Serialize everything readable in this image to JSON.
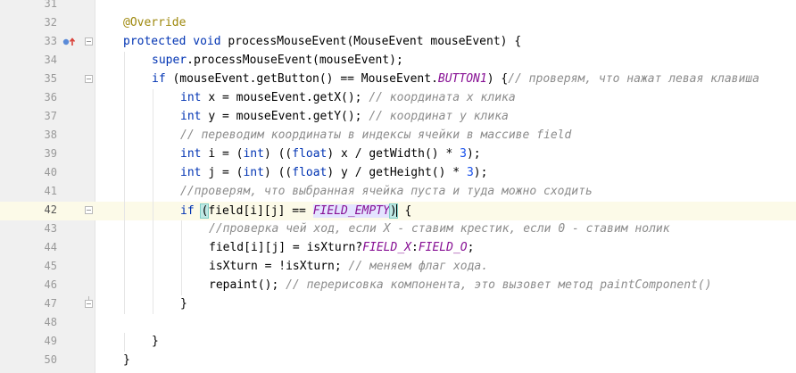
{
  "editor": {
    "lines": [
      {
        "num": "31",
        "indent": 0,
        "parts": []
      },
      {
        "num": "32",
        "indent": 1,
        "parts": [
          {
            "t": "@Override",
            "c": "ann"
          }
        ]
      },
      {
        "num": "33",
        "indent": 1,
        "marker": "override",
        "fold": "start",
        "parts": [
          {
            "t": "protected ",
            "c": "kw"
          },
          {
            "t": "void ",
            "c": "kw"
          },
          {
            "t": "processMouseEvent(MouseEvent mouseEvent) {",
            "c": ""
          }
        ]
      },
      {
        "num": "34",
        "indent": 2,
        "parts": [
          {
            "t": "super",
            "c": "kw"
          },
          {
            "t": ".processMouseEvent(mouseEvent);",
            "c": ""
          }
        ]
      },
      {
        "num": "35",
        "indent": 2,
        "fold": "start",
        "parts": [
          {
            "t": "if ",
            "c": "kw"
          },
          {
            "t": "(mouseEvent.getButton() == MouseEvent.",
            "c": ""
          },
          {
            "t": "BUTTON1",
            "c": "const"
          },
          {
            "t": ") {",
            "c": ""
          },
          {
            "t": "// проверям, что нажат левая клавиша",
            "c": "cmt"
          }
        ]
      },
      {
        "num": "36",
        "indent": 3,
        "parts": [
          {
            "t": "int ",
            "c": "kw"
          },
          {
            "t": "x = mouseEvent.getX(); ",
            "c": ""
          },
          {
            "t": "// координата х клика",
            "c": "cmt"
          }
        ]
      },
      {
        "num": "37",
        "indent": 3,
        "parts": [
          {
            "t": "int ",
            "c": "kw"
          },
          {
            "t": "y = mouseEvent.getY(); ",
            "c": ""
          },
          {
            "t": "// координат у клика",
            "c": "cmt"
          }
        ]
      },
      {
        "num": "38",
        "indent": 3,
        "parts": [
          {
            "t": "// переводим координаты в индексы ячейки в массиве field",
            "c": "cmt"
          }
        ]
      },
      {
        "num": "39",
        "indent": 3,
        "parts": [
          {
            "t": "int ",
            "c": "kw"
          },
          {
            "t": "i = (",
            "c": ""
          },
          {
            "t": "int",
            "c": "kw"
          },
          {
            "t": ") ((",
            "c": ""
          },
          {
            "t": "float",
            "c": "kw"
          },
          {
            "t": ") x / getWidth() * ",
            "c": ""
          },
          {
            "t": "3",
            "c": "num"
          },
          {
            "t": ");",
            "c": ""
          }
        ]
      },
      {
        "num": "40",
        "indent": 3,
        "parts": [
          {
            "t": "int ",
            "c": "kw"
          },
          {
            "t": "j = (",
            "c": ""
          },
          {
            "t": "int",
            "c": "kw"
          },
          {
            "t": ") ((",
            "c": ""
          },
          {
            "t": "float",
            "c": "kw"
          },
          {
            "t": ") y / getHeight() * ",
            "c": ""
          },
          {
            "t": "3",
            "c": "num"
          },
          {
            "t": ");",
            "c": ""
          }
        ]
      },
      {
        "num": "41",
        "indent": 3,
        "parts": [
          {
            "t": "//проверям, что выбранная ячейка пуста и туда можно сходить",
            "c": "cmt"
          }
        ]
      },
      {
        "num": "42",
        "indent": 3,
        "current": true,
        "fold": "start",
        "parts": [
          {
            "t": "if ",
            "c": "kw"
          },
          {
            "t": "(",
            "c": "brace-hl"
          },
          {
            "t": "field[i][j] == ",
            "c": ""
          },
          {
            "t": "FIELD_EMPTY",
            "c": "const ref-hl"
          },
          {
            "t": ")",
            "c": "brace-hl caret-after"
          },
          {
            "t": " {",
            "c": ""
          }
        ]
      },
      {
        "num": "43",
        "indent": 4,
        "parts": [
          {
            "t": "//проверка чей ход, если Х - ставим крестик, если 0 - ставим нолик",
            "c": "cmt"
          }
        ]
      },
      {
        "num": "44",
        "indent": 4,
        "parts": [
          {
            "t": "field[i][j] = isXturn?",
            "c": ""
          },
          {
            "t": "FIELD_X",
            "c": "const"
          },
          {
            "t": ":",
            "c": ""
          },
          {
            "t": "FIELD_O",
            "c": "const"
          },
          {
            "t": ";",
            "c": ""
          }
        ]
      },
      {
        "num": "45",
        "indent": 4,
        "parts": [
          {
            "t": "isXturn = !isXturn; ",
            "c": ""
          },
          {
            "t": "// меняем флаг хода.",
            "c": "cmt"
          }
        ]
      },
      {
        "num": "46",
        "indent": 4,
        "parts": [
          {
            "t": "repaint(); ",
            "c": ""
          },
          {
            "t": "// перерисовка компонента, это вызовет метод paintComponent()",
            "c": "cmt"
          }
        ]
      },
      {
        "num": "47",
        "indent": 3,
        "fold": "end",
        "parts": [
          {
            "t": "}",
            "c": ""
          }
        ]
      },
      {
        "num": "48",
        "indent": 0,
        "parts": []
      },
      {
        "num": "49",
        "indent": 2,
        "parts": [
          {
            "t": "}",
            "c": ""
          }
        ]
      },
      {
        "num": "50",
        "indent": 1,
        "parts": [
          {
            "t": "}",
            "c": ""
          }
        ]
      }
    ]
  }
}
